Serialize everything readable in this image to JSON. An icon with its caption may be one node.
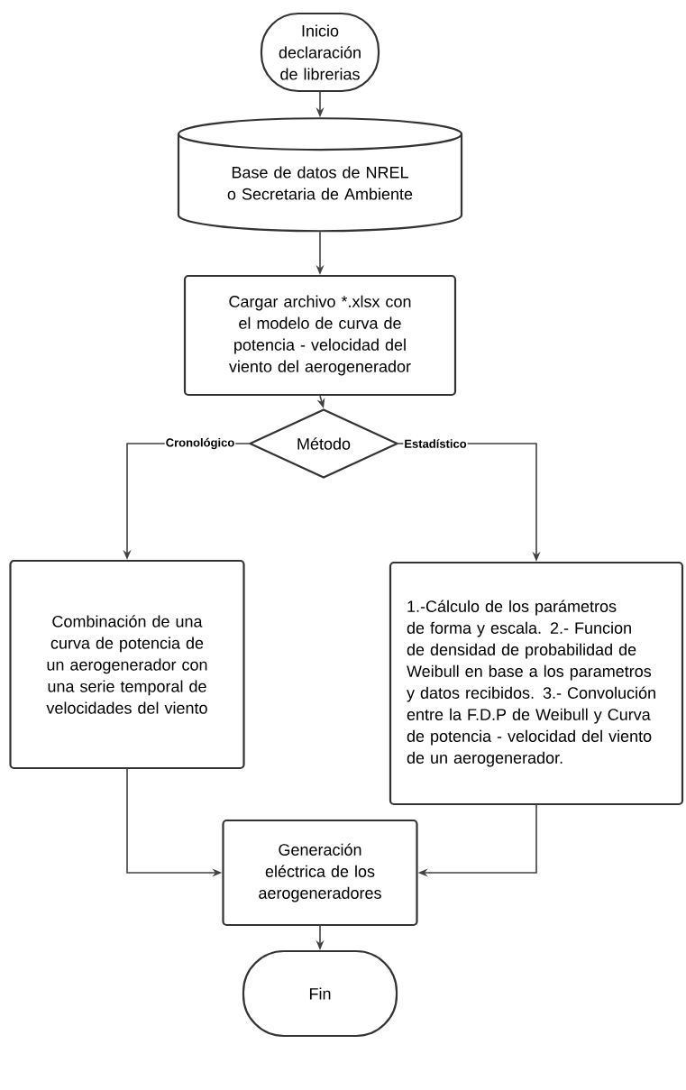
{
  "diagram": {
    "nodes": [
      {
        "text": [
          "Inicio declaración de librerias"
        ]
      },
      {
        "text": [
          "Base de datos de NREL o Secretaria de Ambiente"
        ]
      },
      {
        "text": [
          "Cargar archivo *.xlsx con el modelo de curva de potencia - velocidad del viento del aerogenerador"
        ]
      },
      {
        "text": [
          "Método"
        ]
      },
      {
        "text": [
          "Combinación de una curva de potencia de un aerogenerador con una serie temporal de velocidades del viento"
        ]
      },
      {
        "text": [
          "1.-Cálculo de los parámetros de forma y escala. 2.- Funcion de densidad de probabilidad de Weibull en base a los parametros y datos recibidos. 3.- Convolución entre la F.D.P de Weibull y Curva de potencia - velocidad del viento de un aerogenerador."
        ]
      },
      {
        "text": [
          "Generación eléctrica de los aerogeneradores"
        ]
      },
      {
        "text": [
          "Fin"
        ]
      }
    ],
    "edges": [
      {
        "from": 0,
        "to": 1,
        "arrow": "to"
      },
      {
        "from": 1,
        "to": 2,
        "arrow": "to"
      },
      {
        "from": 2,
        "to": 3,
        "arrow": "to"
      },
      {
        "from": 3,
        "to": 4,
        "arrow": "to",
        "label": "Cronológico"
      },
      {
        "from": 3,
        "to": 5,
        "arrow": "to",
        "label": "Estadístico"
      },
      {
        "from": 4,
        "to": 6,
        "arrow": "to"
      },
      {
        "from": 5,
        "to": 6,
        "arrow": "to"
      },
      {
        "from": 6,
        "to": 7,
        "arrow": "to"
      }
    ]
  }
}
